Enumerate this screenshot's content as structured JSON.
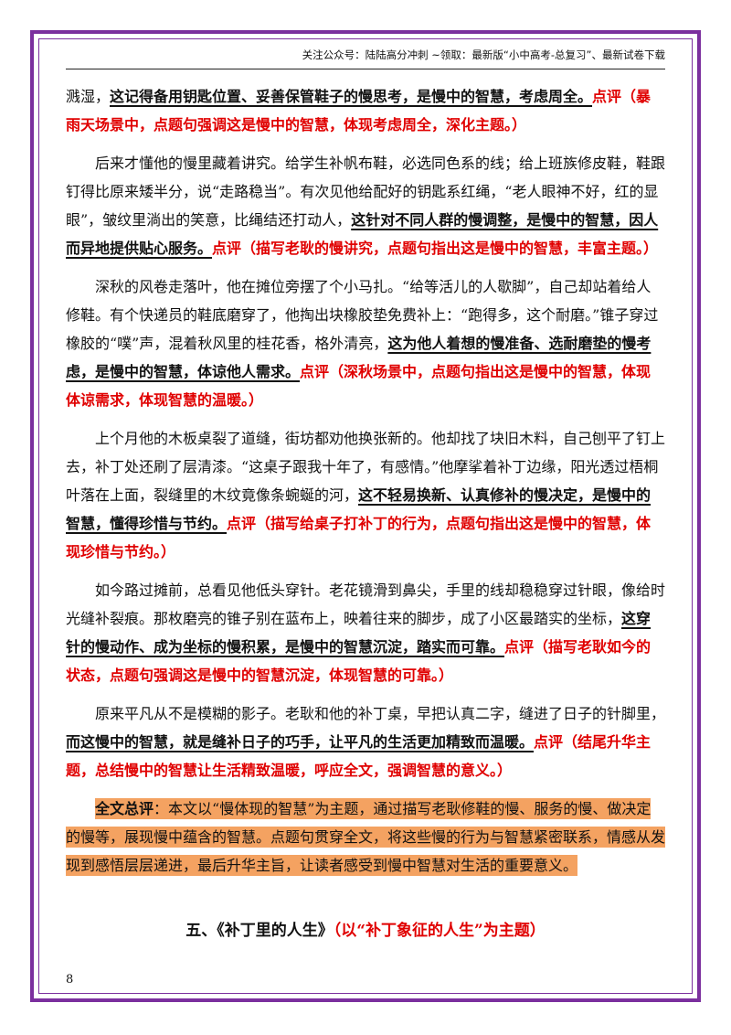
{
  "header": "关注公众号：陆陆高分冲刺 ~领取：最新版“小中高考-总复习”、最新试卷下载",
  "paragraphs": [
    {
      "plain": "溅湿，",
      "key": "这记得备用钥匙位置、妥善保管鞋子的慢思考，是慢中的智慧，考虑周全。",
      "comment": "点评（暴雨天场景中，点题句强调这是慢中的智慧，体现考虑周全，深化主题。）"
    },
    {
      "plain": "后来才懂他的慢里藏着讲究。给学生补帆布鞋，必选同色系的线；给上班族修皮鞋，鞋跟钉得比原来矮半分，说“走路稳当”。有次见他给配好的钥匙系红绳，“老人眼神不好，红的显眼”，皱纹里淌出的笑意，比绳结还打动人，",
      "key": "这针对不同人群的慢调整，是慢中的智慧，因人而异地提供贴心服务。",
      "comment": "点评（描写老耿的慢讲究，点题句指出这是慢中的智慧，丰富主题。）"
    },
    {
      "plain": "深秋的风卷走落叶，他在摊位旁摆了个小马扎。“给等活儿的人歇脚”，自己却站着给人修鞋。有个快递员的鞋底磨穿了，他掏出块橡胶垫免费补上：“跑得多，这个耐磨。”锥子穿过橡胶的“噗”声，混着秋风里的桂花香，格外清亮，",
      "key": "这为他人着想的慢准备、选耐磨垫的慢考虑，是慢中的智慧，体谅他人需求。",
      "comment": "点评（深秋场景中，点题句指出这是慢中的智慧，体现体谅需求，体现智慧的温暖。）"
    },
    {
      "plain": "上个月他的木板桌裂了道缝，街坊都劝他换张新的。他却找了块旧木料，自己刨平了钉上去，补丁处还刷了层清漆。“这桌子跟我十年了，有感情。”他摩挲着补丁边缘，阳光透过梧桐叶落在上面，裂缝里的木纹竟像条蜿蜒的河，",
      "key": "这不轻易换新、认真修补的慢决定，是慢中的智慧，懂得珍惜与节约。",
      "comment": "点评（描写给桌子打补丁的行为，点题句指出这是慢中的智慧，体现珍惜与节约。）"
    },
    {
      "plain": "如今路过摊前，总看见他低头穿针。老花镜滑到鼻尖，手里的线却稳稳穿过针眼，像给时光缝补裂痕。那枚磨亮的锥子别在蓝布上，映着往来的脚步，成了小区最踏实的坐标，",
      "key": "这穿针的慢动作、成为坐标的慢积累，是慢中的智慧沉淀，踏实而可靠。",
      "comment": "点评（描写老耿如今的状态，点题句强调这是慢中的智慧沉淀，体现智慧的可靠。）"
    },
    {
      "plain": "原来平凡从不是模糊的影子。老耿和他的补丁桌，早把认真二字，缝进了日子的针脚里，",
      "key": "而这慢中的智慧，就是缝补日子的巧手，让平凡的生活更加精致而温暖。",
      "comment": "点评（结尾升华主题，总结慢中的智慧让生活精致温暖，呼应全文，强调智慧的意义。）"
    }
  ],
  "summary": {
    "label": "全文总评",
    "text": "：本文以“慢体现的智慧”为主题，通过描写老耿修鞋的慢、服务的慢、做决定的慢等，展现慢中蕴含的智慧。点题句贯穿全文，将这些慢的行为与智慧紧密联系，情感从发现到感悟层层递进，最后升华主旨，让读者感受到慢中智慧对生活的重要意义。"
  },
  "section": {
    "title": "五、《补丁里的人生》",
    "theme": "（以“补丁象征的人生”为主题）"
  },
  "page_number": "8",
  "colors": {
    "border": "#7b2f9e",
    "comment": "#e00000",
    "summary_highlight": "#f4a261"
  }
}
